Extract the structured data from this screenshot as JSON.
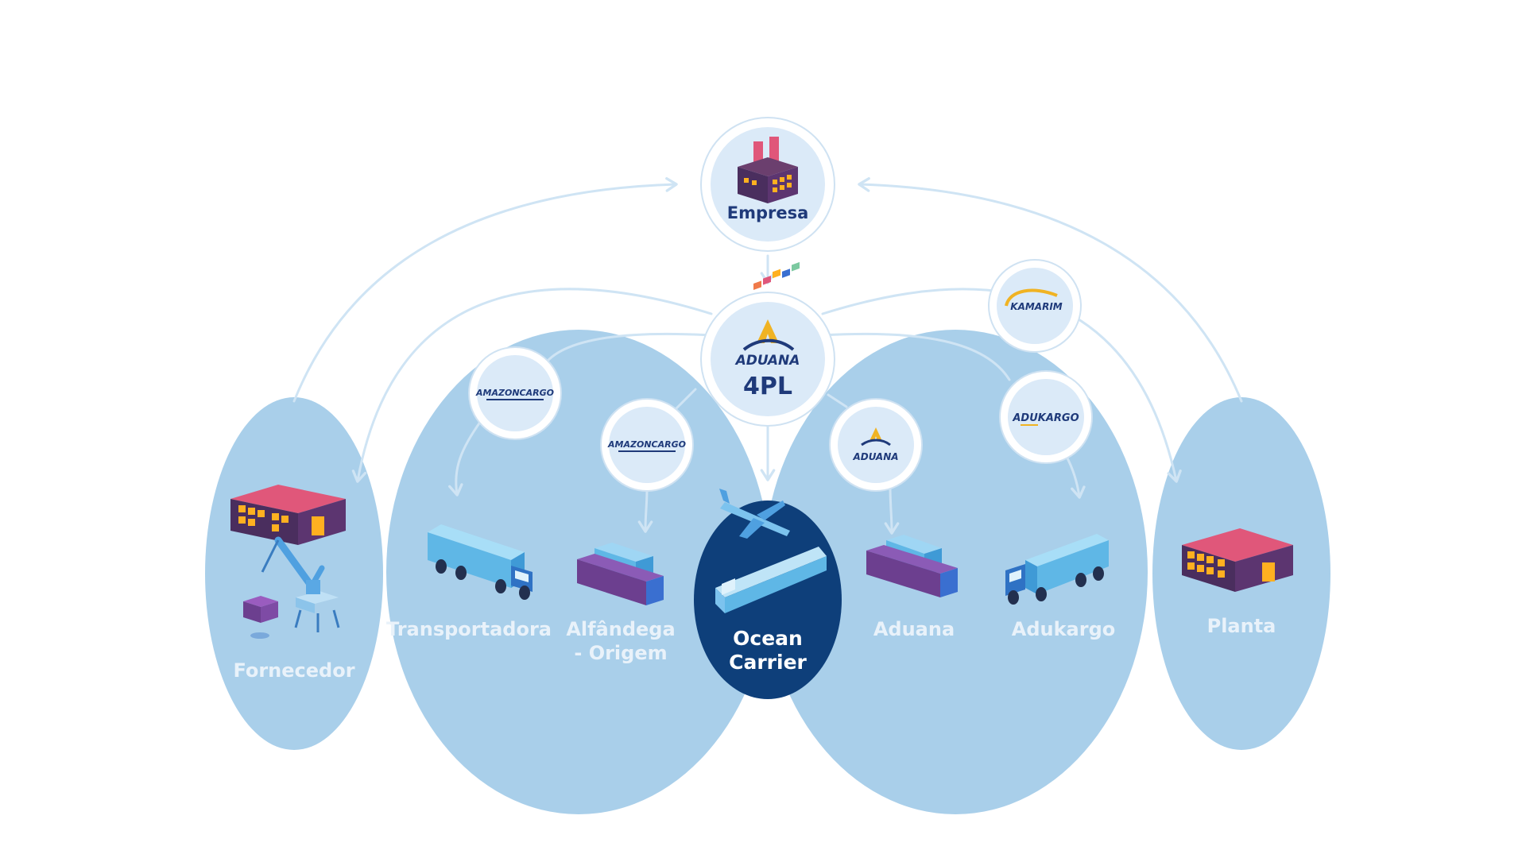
{
  "hub": {
    "company_label": "Empresa",
    "center_brand": "ADUANA",
    "center_label": "4PL"
  },
  "partners": {
    "amazoncargo_1": "AMAZONCARGO",
    "amazoncargo_2": "AMAZONCARGO",
    "aduana_logo": "ADUANA",
    "kamarim": "KAMARIM",
    "adukargo_logo": "ADUKARGO"
  },
  "stages": {
    "fornecedor": "Fornecedor",
    "transportadora": "Transportadora",
    "alfandega_line1": "Alfândega",
    "alfandega_line2": "- Origem",
    "ocean_line1": "Ocean",
    "ocean_line2": "Carrier",
    "aduana": "Aduana",
    "adukargo": "Adukargo",
    "planta": "Planta"
  },
  "colors": {
    "zone": "#a9cfea",
    "ocean_zone": "#0e3f7a",
    "node_fill": "#dbeaf8",
    "node_ring": "#cfe2f2",
    "arrow": "#cfe4f4",
    "label_light": "#e9f2fa",
    "brand_navy": "#1f3a7a",
    "brand_gold": "#f0b323",
    "building_roof": "#e0577a",
    "building_wall": "#4a2e5e",
    "window": "#ffb020",
    "container_purple": "#6c3f8f",
    "container_blue": "#3a6fd0",
    "truck_box": "#5fb7e6"
  }
}
